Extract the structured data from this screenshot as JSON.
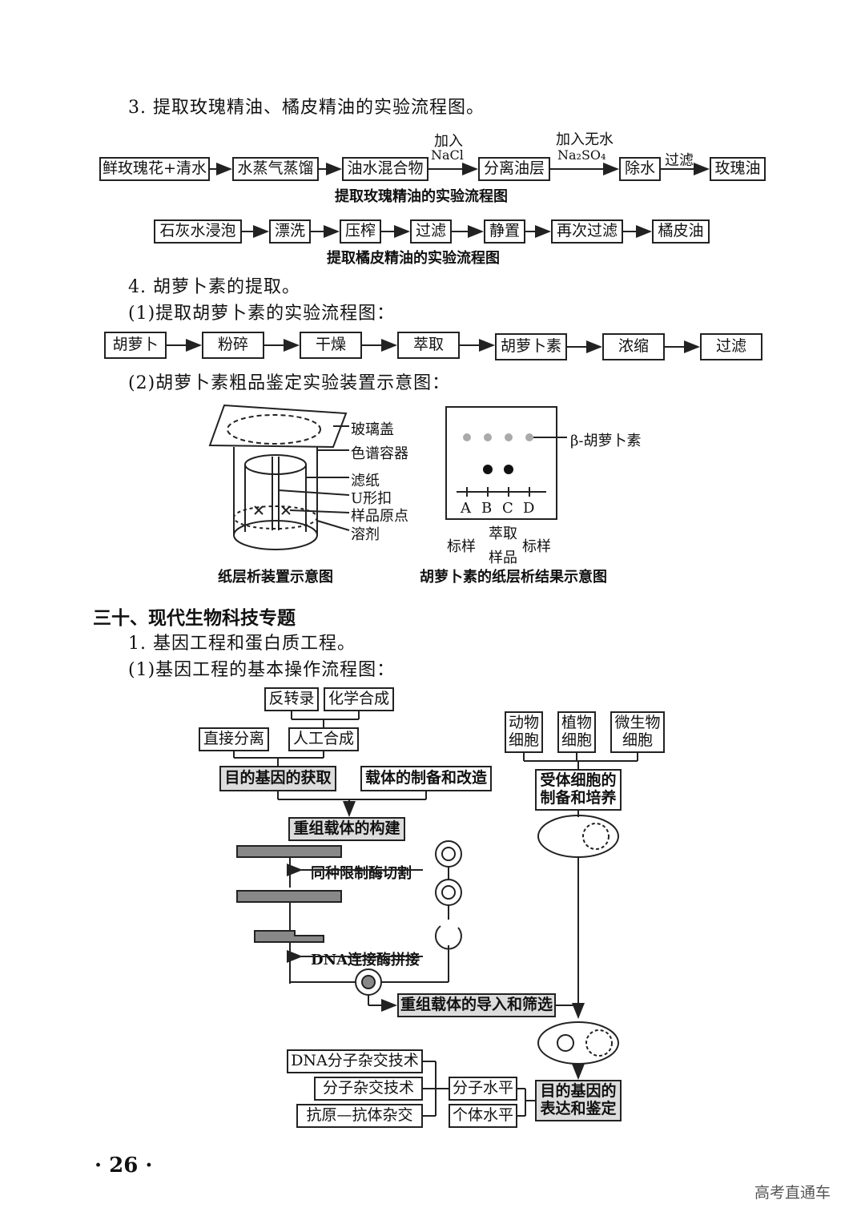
{
  "s3": {
    "heading": "3. 提取玫瑰精油、橘皮精油的实验流程图。",
    "rose_steps": [
      "鲜玫瑰花+清水",
      "水蒸气蒸馏",
      "油水混合物",
      "分离油层",
      "除水",
      "玫瑰油"
    ],
    "rose_arrow_labels": [
      "加入",
      "NaCl",
      "加入无水",
      "Na₂SO₄",
      "过滤"
    ],
    "rose_caption": "提取玫瑰精油的实验流程图",
    "orange_steps": [
      "石灰水浸泡",
      "漂洗",
      "压榨",
      "过滤",
      "静置",
      "再次过滤",
      "橘皮油"
    ],
    "orange_caption": "提取橘皮精油的实验流程图"
  },
  "s4": {
    "heading": "4. 胡萝卜素的提取。",
    "sub1": "(1)提取胡萝卜素的实验流程图：",
    "steps": [
      "胡萝卜",
      "粉碎",
      "干燥",
      "萃取",
      "胡萝卜素",
      "浓缩",
      "过滤"
    ],
    "sub2": "(2)胡萝卜素粗品鉴定实验装置示意图：",
    "apparatus_labels": [
      "玻璃盖",
      "色谱容器",
      "滤纸",
      "U形扣",
      "样品原点",
      "溶剂"
    ],
    "apparatus_caption": "纸层析装置示意图",
    "result_label": "β-胡萝卜素",
    "lanes": [
      "A",
      "B",
      "C",
      "D"
    ],
    "lane_notes": [
      "标样",
      "萃取",
      "样品",
      "标样"
    ],
    "result_caption": "胡萝卜素的纸层析结果示意图"
  },
  "s30": {
    "title": "三十、现代生物科技专题",
    "heading": "1. 基因工程和蛋白质工程。",
    "sub1": "(1)基因工程的基本操作流程图：",
    "boxes": {
      "reverse": "反转录",
      "chem": "化学合成",
      "direct": "直接分离",
      "artificial": "人工合成",
      "target_gene": "目的基因的获取",
      "vector_prep": "载体的制备和改造",
      "animal": [
        "动物",
        "细胞"
      ],
      "plant": [
        "植物",
        "细胞"
      ],
      "microbe": [
        "微生物",
        "细胞"
      ],
      "recipient": [
        "受体细胞的",
        "制备和培养"
      ],
      "construct": "重组载体的构建",
      "enzyme_cut": "同种限制酶切割",
      "ligase": "DNA连接酶拼接",
      "introduce": "重组载体的导入和筛选",
      "dna_hybrid": "DNA分子杂交技术",
      "mol_hybrid": "分子杂交技术",
      "antigen": "抗原—抗体杂交",
      "mol_level": "分子水平",
      "ind_level": "个体水平",
      "expression": [
        "目的基因的",
        "表达和鉴定"
      ]
    }
  },
  "page_number": "· 26 ·",
  "watermark": "高考直通车"
}
